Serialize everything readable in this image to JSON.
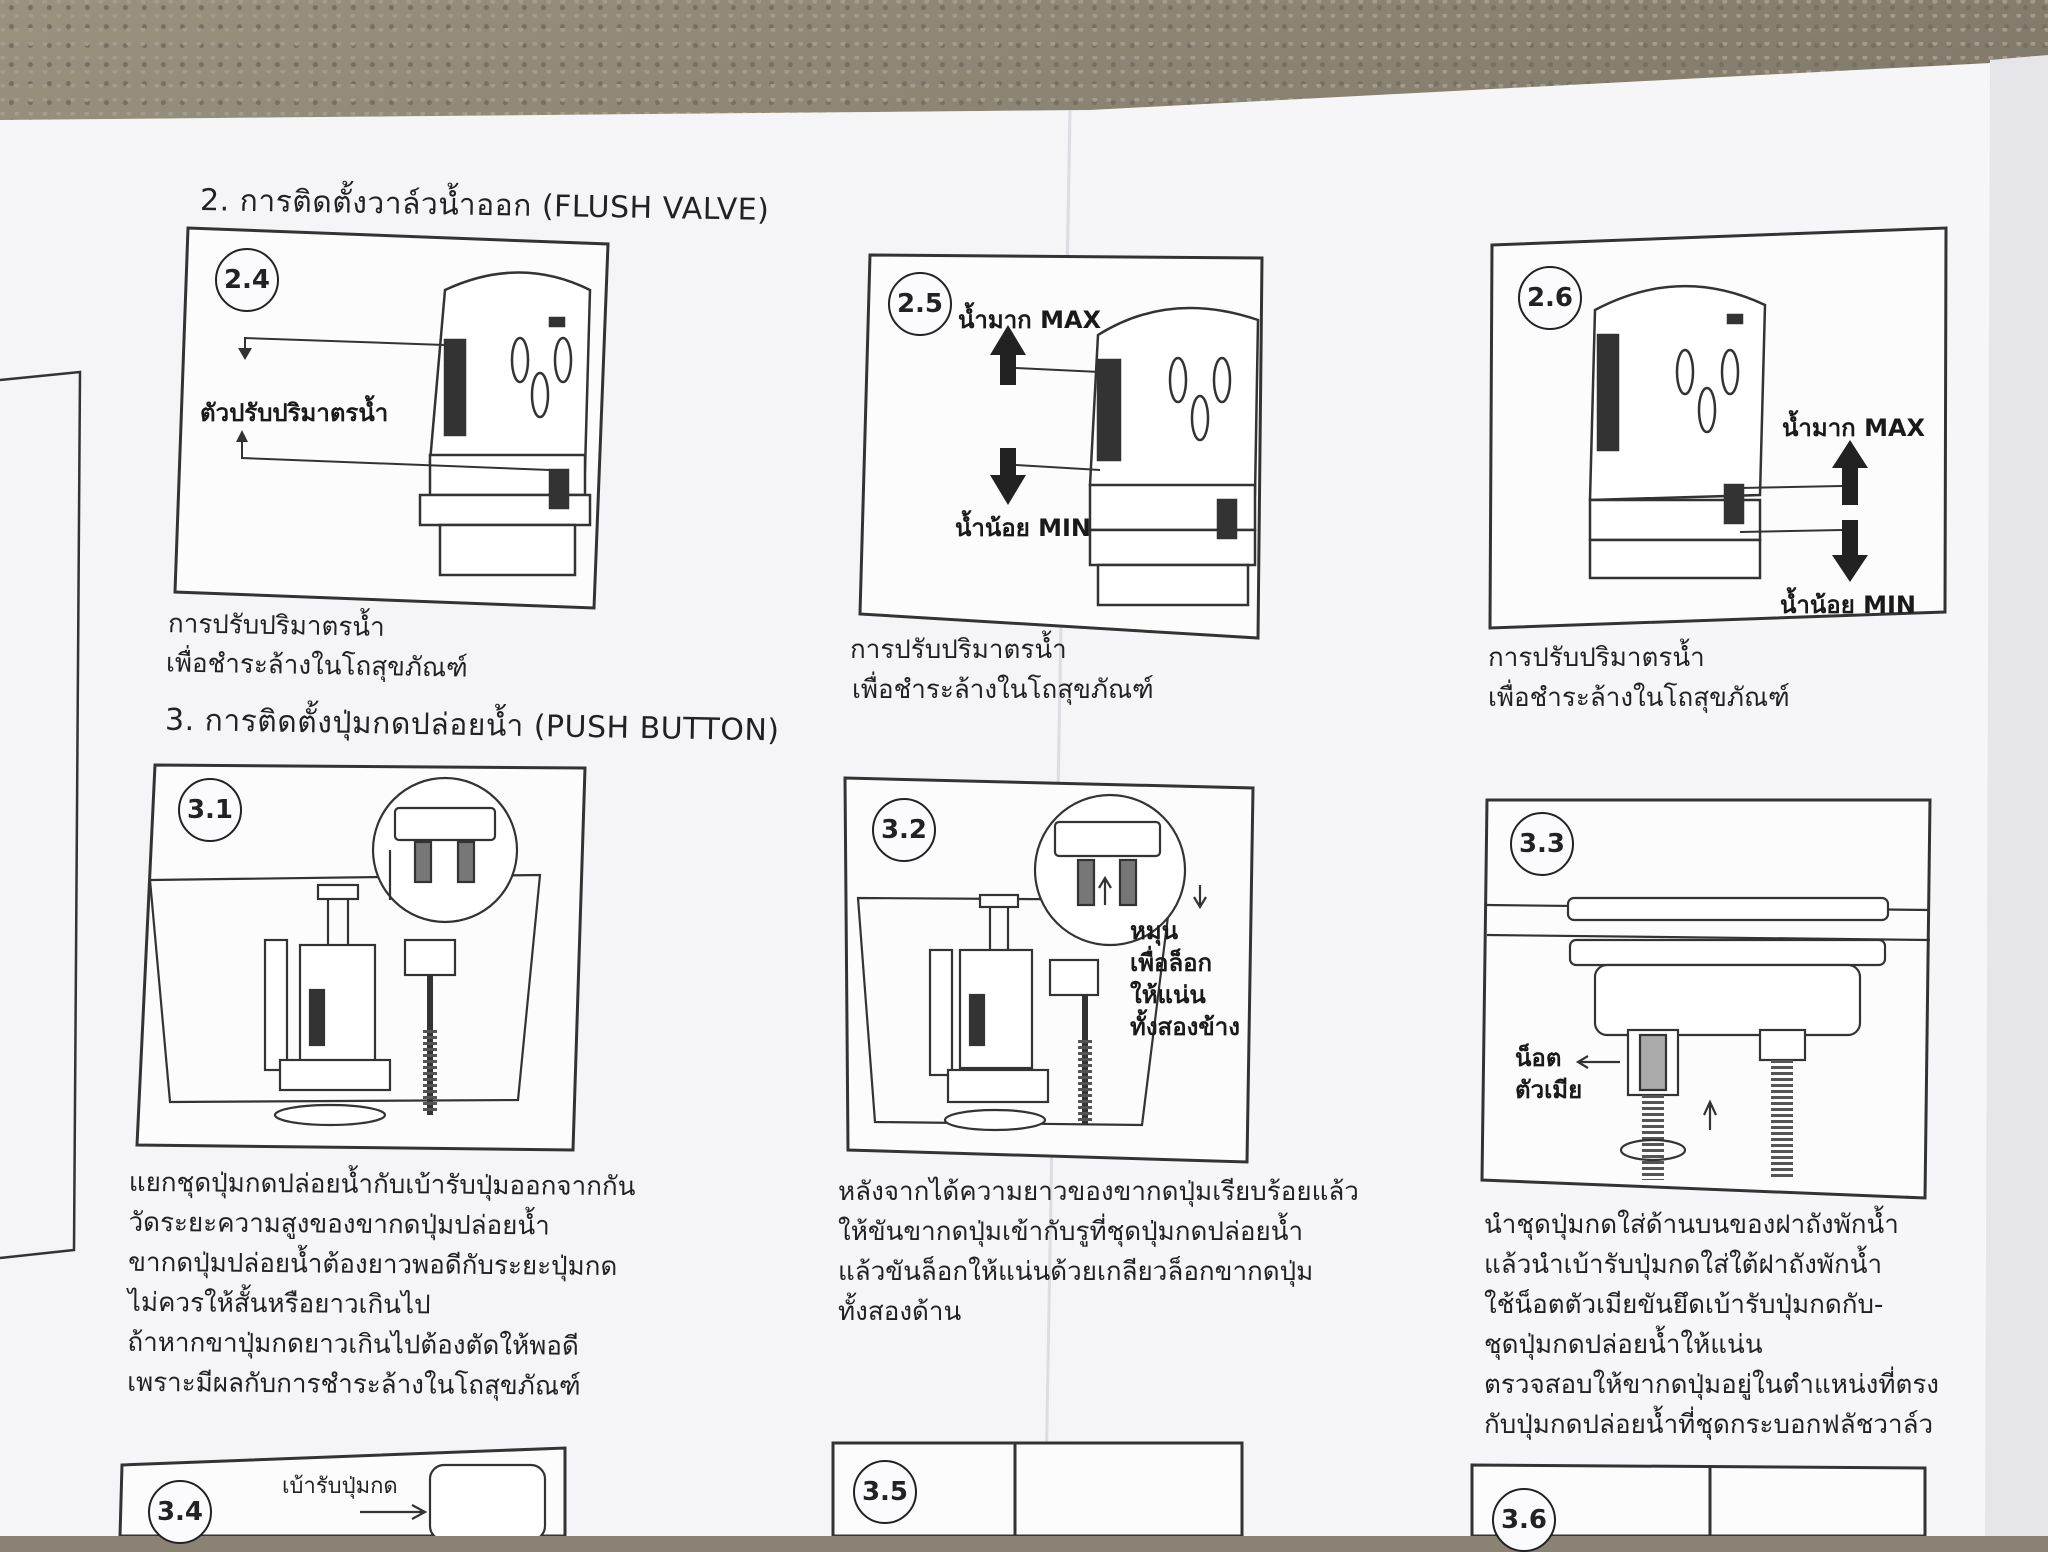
{
  "section2": {
    "heading": "2. การติดตั้งวาล์วน้ำออก (FLUSH VALVE)",
    "steps": [
      {
        "id": "2.4",
        "label_adjuster": "ตัวปรับปริมาตรน้ำ",
        "caption_line1": "การปรับปริมาตรน้ำ",
        "caption_line2": "เพื่อชำระล้างในโถสุขภัณฑ์"
      },
      {
        "id": "2.5",
        "label_max": "น้ำมาก MAX",
        "label_min": "น้ำน้อย MIN",
        "caption_line1": "การปรับปริมาตรน้ำ",
        "caption_line2": "เพื่อชำระล้างในโถสุขภัณฑ์"
      },
      {
        "id": "2.6",
        "label_max": "น้ำมาก MAX",
        "label_min": "น้ำน้อย MIN",
        "caption_line1": "การปรับปริมาตรน้ำ",
        "caption_line2": "เพื่อชำระล้างในโถสุขภัณฑ์"
      }
    ]
  },
  "section3": {
    "heading": "3. การติดตั้งปุ่มกดปล่อยน้ำ (PUSH BUTTON)",
    "steps": [
      {
        "id": "3.1",
        "caption": [
          "แยกชุดปุ่มกดปล่อยน้ำกับเบ้ารับปุ่มออกจากกัน",
          "วัดระยะความสูงของขากดปุ่มปล่อยน้ำ",
          "ขากดปุ่มปล่อยน้ำต้องยาวพอดีกับระยะปุ่มกด",
          "ไม่ควรให้สั้นหรือยาวเกินไป",
          "ถ้าหากขาปุ่มกดยาวเกินไปต้องตัดให้พอดี",
          "เพราะมีผลกับการชำระล้างในโถสุขภัณฑ์"
        ]
      },
      {
        "id": "3.2",
        "label_turn": [
          "หมุน",
          "เพื่อล็อก",
          "ให้แน่น",
          "ทั้งสองข้าง"
        ],
        "caption": [
          "หลังจากได้ความยาวของขากดปุ่มเรียบร้อยแล้ว",
          "ให้ขันขากดปุ่มเข้ากับรูที่ชุดปุ่มกดปล่อยน้ำ",
          "แล้วขันล็อกให้แน่นด้วยเกลียวล็อกขากดปุ่ม",
          "ทั้งสองด้าน"
        ]
      },
      {
        "id": "3.3",
        "label_nut": [
          "น็อต",
          "ตัวเมีย"
        ],
        "caption": [
          "นำชุดปุ่มกดใส่ด้านบนของฝาถังพักน้ำ",
          "แล้วนำเบ้ารับปุ่มกดใส่ใต้ฝาถังพักน้ำ",
          "ใช้น็อตตัวเมียขันยึดเบ้ารับปุ่มกดกับ-",
          "ชุดปุ่มกดปล่อยน้ำให้แน่น",
          "ตรวจสอบให้ขากดปุ่มอยู่ในตำแหน่งที่ตรง",
          "กับปุ่มกดปล่อยน้ำที่ชุดกระบอกฟลัชวาล์ว"
        ]
      },
      {
        "id": "3.4",
        "label_cup": "เบ้ารับปุ่มกด"
      },
      {
        "id": "3.5"
      },
      {
        "id": "3.6"
      }
    ]
  },
  "colors": {
    "paper": "#f7f7fa",
    "ink": "#222222",
    "ground": "#8a8272"
  }
}
